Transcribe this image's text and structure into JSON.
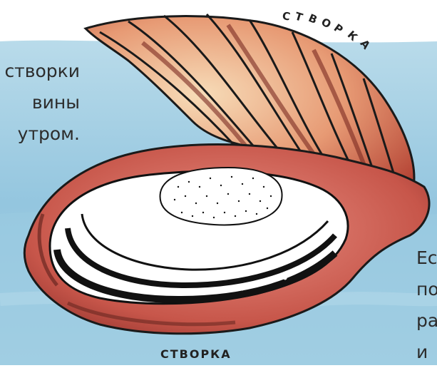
{
  "left_text": [
    "створки",
    "вины",
    "утром."
  ],
  "right_text": [
    "Ес",
    "по",
    "ра",
    "и"
  ],
  "labels": {
    "top_valve": "СТВОРКА",
    "bottom_valve": "СТВОРКА"
  },
  "colors": {
    "water": "#8fc3dd",
    "shell_light": "#f2c7a2",
    "shell_dark": "#b44a3c",
    "outline": "#1a1a1a"
  }
}
